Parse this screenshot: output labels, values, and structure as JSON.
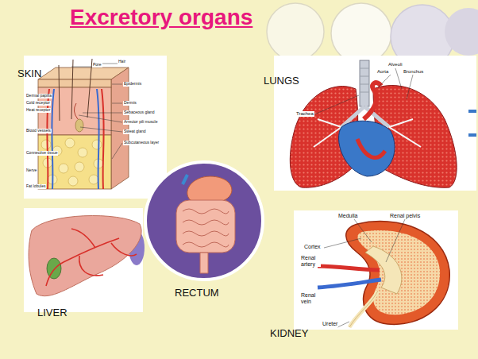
{
  "diagram": {
    "title": "Excretory organs",
    "labels": [
      "SKIN",
      "LUNGS",
      "RECTUM",
      "LIVER",
      "KIDNEY",
      "Medulla",
      "Renal pelvis",
      "Cortex",
      "Renal artery",
      "Renal vein",
      "Ureter",
      "Trachea",
      "Alveoli",
      "Aorta",
      "Bronchus",
      "Pore",
      "Hair",
      "Epidermis",
      "Dermis",
      "Sebaceous gland",
      "Arrector pili muscle",
      "Sweat gland",
      "Subcutaneous layer",
      "Dermal papilla",
      "Cold receptor",
      "Heat receptor",
      "Blood vessels",
      "Connective tissue",
      "Nerve",
      "Fat lobules"
    ]
  }
}
